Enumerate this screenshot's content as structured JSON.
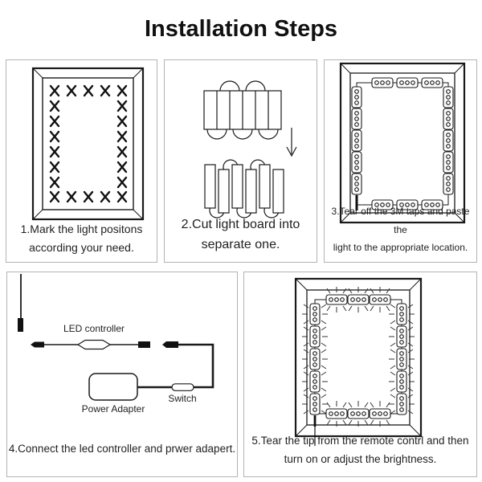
{
  "title": "Installation Steps",
  "colors": {
    "ink": "#1a1a1a",
    "panel_border": "#b3b3b3",
    "background": "#ffffff"
  },
  "steps": [
    {
      "caption": "1.Mark the light positons\naccording your need."
    },
    {
      "caption": "2.Cut light board into\nseparate one."
    },
    {
      "caption": "3.Tear off the 3M taps and paste the\nlight to the appropriate location."
    },
    {
      "caption": "4.Connect the led controller and prwer adapert."
    },
    {
      "caption": "5.Tear the tip from the remote contrl and then\nturn on or adjust the brightness."
    }
  ],
  "wiring": {
    "controller_label": "LED controller",
    "adapter_label": "Power Adapter",
    "switch_label": "Switch"
  }
}
